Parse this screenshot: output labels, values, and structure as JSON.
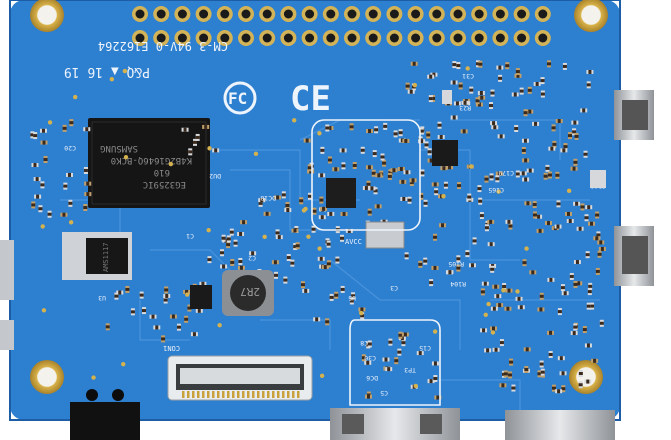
{
  "image": {
    "subject": "pcb-board-bottom-view",
    "colors": {
      "board": "#2d7fd0",
      "board_dark": "#1f5fa8",
      "trace": "#4b95dc",
      "silkscreen": "#eef4fb",
      "gold": "#c9a13a",
      "chip": "#151515",
      "metal": "#b9bcc0"
    }
  },
  "silkscreen": {
    "serial": "CM-3 94V-0 E162264",
    "marks": "P&Q ▲ 16 19",
    "fcc": "FC",
    "ce": "CE",
    "chip_brand": "SAMSUNG",
    "chip_model": "K4B2G1646Q-BCK0",
    "chip_code": "610",
    "chip_lot": "EG3259IC",
    "inductor": "2R7",
    "regulator": "AMS1117",
    "con": "CON1",
    "crystal": "AVCC",
    "labels": [
      "DU2",
      "U3",
      "C1",
      "U5",
      "C309",
      "C179",
      "C165",
      "R104",
      "R105",
      "TP3",
      "C3",
      "C2",
      "R23",
      "C31",
      "C30",
      "DC6",
      "C5",
      "C8",
      "C15",
      "DC18",
      "C20"
    ]
  }
}
